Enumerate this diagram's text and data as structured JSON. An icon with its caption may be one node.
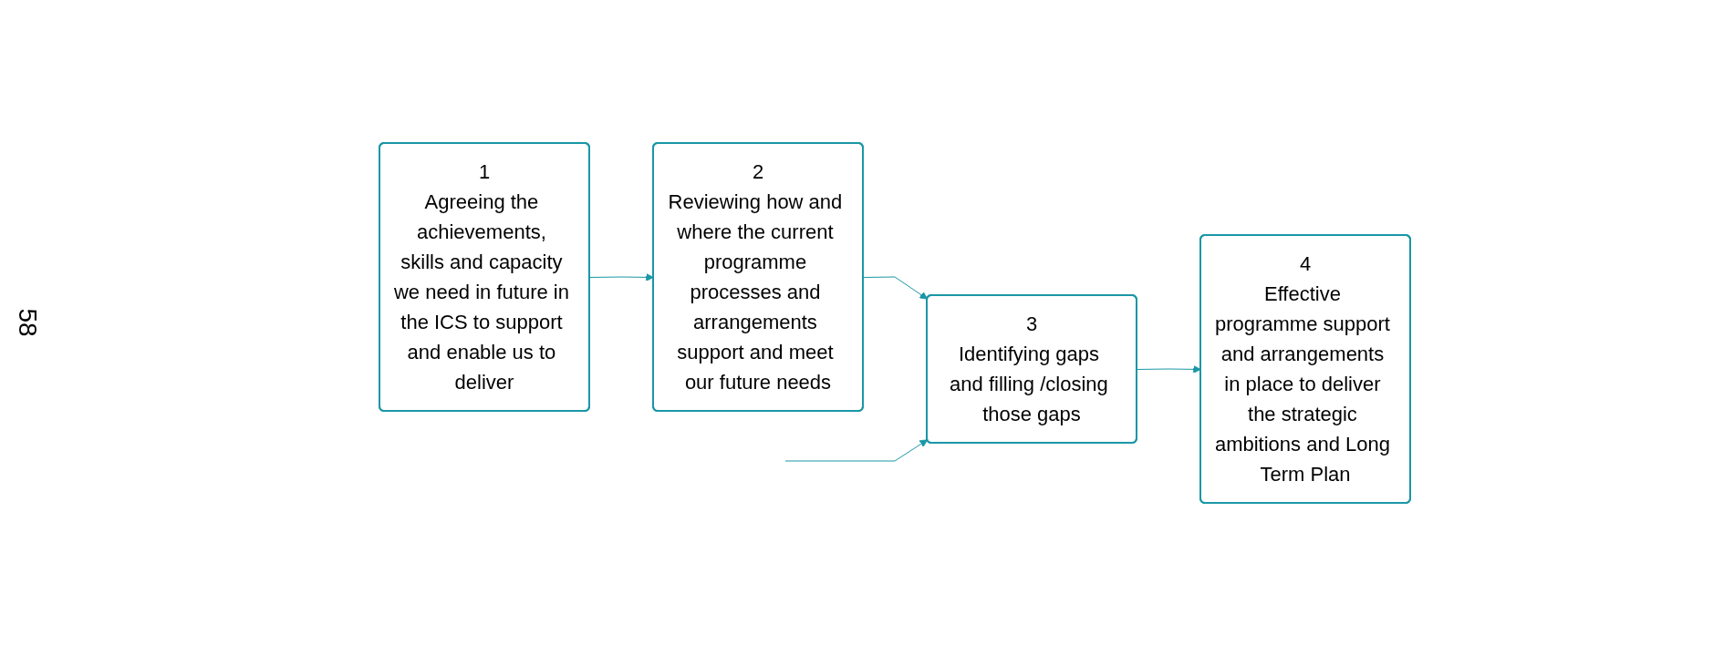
{
  "diagram": {
    "nodes": [
      {
        "text": [
          "1",
          "Agreeing the achievements, skills and capacity we need in future in the ICS to support and enable us to deliver"
        ]
      },
      {
        "text": [
          "2",
          "Reviewing how and where the current programme processes and arrangements support and meet our future needs"
        ]
      },
      {
        "text": [
          "3",
          "Identifying gaps and filling /closing those gaps"
        ]
      },
      {
        "text": [
          "4",
          "Effective programme support and arrangements in place to deliver the strategic ambitions and Long Term Plan"
        ]
      }
    ],
    "edges": [
      {
        "from": 0,
        "to": 1,
        "arrow": "to"
      },
      {
        "from": 1,
        "to": 2,
        "arrow": "to"
      },
      {
        "from": 2,
        "to": 3,
        "arrow": "to"
      },
      {
        "from": null,
        "to": 2,
        "arrow": "to"
      }
    ],
    "labels": [
      "58"
    ]
  }
}
